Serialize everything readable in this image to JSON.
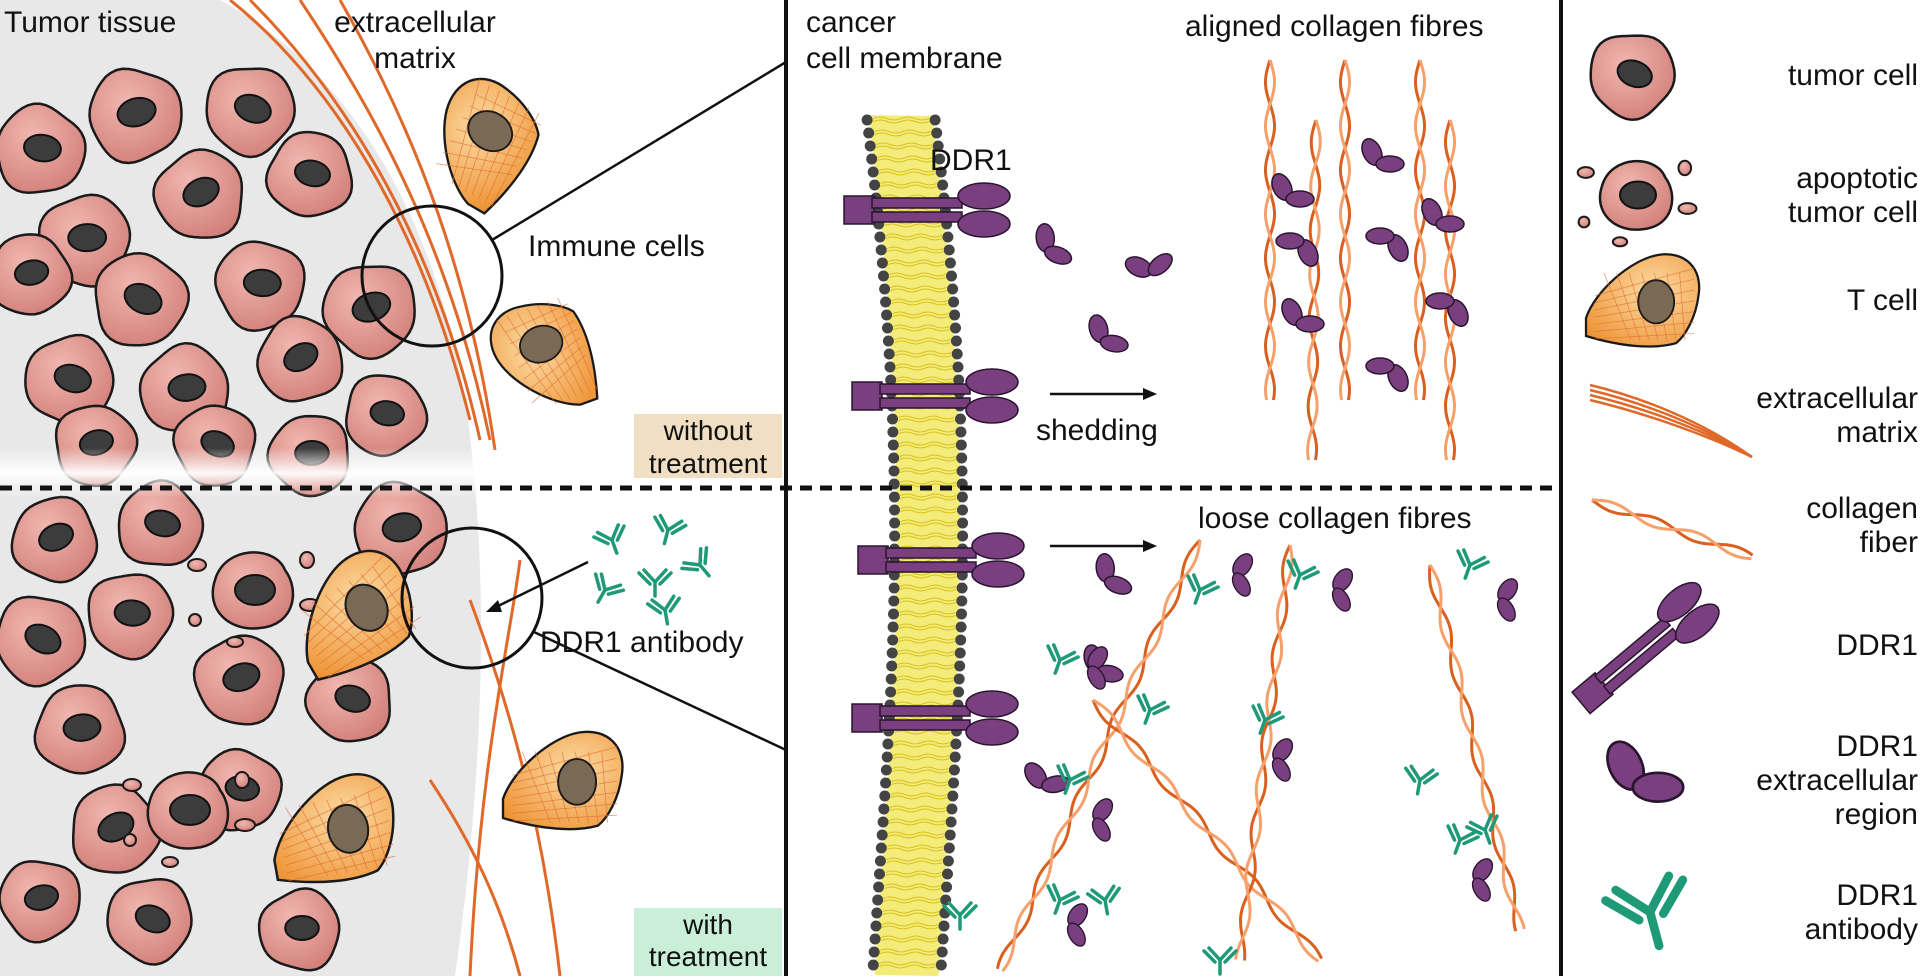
{
  "left_panel": {
    "tumor_tissue_label": "Tumor tissue",
    "ecm_label_line1": "extracellular",
    "ecm_label_line2": "matrix",
    "immune_cells_label": "Immune cells",
    "ddr1_antibody_label": "DDR1 antibody",
    "without_treatment_line1": "without",
    "without_treatment_line2": "treatment",
    "with_treatment_line1": "with",
    "with_treatment_line2": "treatment"
  },
  "middle_panel": {
    "membrane_label_line1": "cancer",
    "membrane_label_line2": "cell membrane",
    "ddr1_label": "DDR1",
    "shedding_label": "shedding",
    "aligned_label": "aligned collagen fibres",
    "loose_label": "loose collagen fibres"
  },
  "legend": {
    "items": [
      {
        "icon": "tumor-cell-icon",
        "lines": [
          "tumor cell"
        ]
      },
      {
        "icon": "apoptotic-cell-icon",
        "lines": [
          "apoptotic",
          "tumor cell"
        ]
      },
      {
        "icon": "t-cell-icon",
        "lines": [
          "T cell"
        ]
      },
      {
        "icon": "ecm-icon",
        "lines": [
          "extracellular",
          "matrix"
        ]
      },
      {
        "icon": "collagen-fiber-icon",
        "lines": [
          "collagen",
          "fiber"
        ]
      },
      {
        "icon": "ddr1-icon",
        "lines": [
          "DDR1"
        ]
      },
      {
        "icon": "ddr1-ecd-icon",
        "lines": [
          "DDR1",
          "extracellular",
          "region"
        ]
      },
      {
        "icon": "antibody-icon",
        "lines": [
          "DDR1",
          "antibody"
        ]
      }
    ]
  },
  "colors": {
    "tumor_cell": "#d98a84",
    "tumor_nucleus": "#3c3c3c",
    "t_cell": "#f2a24a",
    "ecm": "#e0692a",
    "ddr1": "#7a3f7e",
    "antibody": "#1f9a78",
    "membrane": "#f3ec7a",
    "without_bg": "#f1dfc3",
    "with_bg": "#c9efd9",
    "tissue_bg": "#e8e8e8"
  }
}
